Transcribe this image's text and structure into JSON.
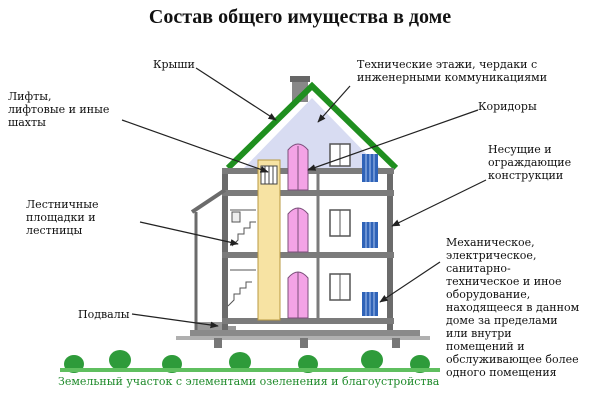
{
  "title": "Состав общего имущества в доме",
  "labels": {
    "roofs": "Крыши",
    "tech_floors": "Технические этажи, чердаки с\nинженерными коммуникациями",
    "corridors": "Коридоры",
    "lifts": "Лифты,\nлифтовые и иные\nшахты",
    "walls": "Несущие и\nограждающие\nконструкции",
    "stairs": "Лестничные\nплощадки и\nлестницы",
    "equipment": "Механическое,\nэлектрическое,\nсанитарно-\nтехническое и иное\nоборудование,\nнаходящееся в данном\nдоме за пределами\nили внутри\nпомещений и\nобслуживающее более\nодного помещения",
    "basements": "Подвалы",
    "land": "Земельный участок с элементами озеленения и благоустройства"
  },
  "colors": {
    "roof": "#1f8f1f",
    "attic": "#d8dcf2",
    "lift": "#f7e3a3",
    "door": "#f4a3e6",
    "radiator": "#2f63b8",
    "structure": "#6b6b6b",
    "ground": "#8a8a8a",
    "grass": "#2e9b3a",
    "land_text": "#1e8a2a"
  }
}
